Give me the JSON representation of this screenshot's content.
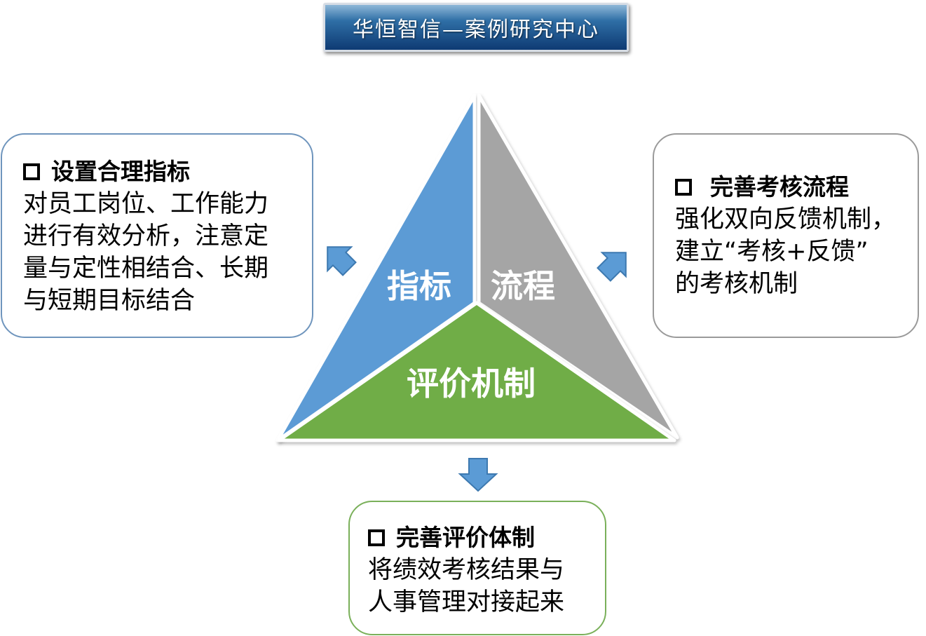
{
  "banner": {
    "title": "华恒智信—案例研究中心"
  },
  "triangle": {
    "left_label": "指标",
    "right_label": "流程",
    "bottom_label": "评价机制",
    "colors": {
      "left": "#5b9bd5",
      "right": "#a5a5a5",
      "bottom": "#70ad47",
      "arrow": "#5b9bd5"
    }
  },
  "boxes": {
    "left": {
      "heading": "设置合理指标",
      "lines": [
        "对员工岗位、工作能力",
        "进行有效分析，注意定",
        "量与定性相结合、长期",
        "与短期目标结合"
      ]
    },
    "right": {
      "heading": "完善考核流程",
      "lines": [
        "强化双向反馈机制，",
        "建立“考核+反馈”",
        "的考核机制"
      ]
    },
    "bottom": {
      "heading": "完善评价体制",
      "lines": [
        "将绩效考核结果与",
        "人事管理对接起来"
      ]
    }
  }
}
